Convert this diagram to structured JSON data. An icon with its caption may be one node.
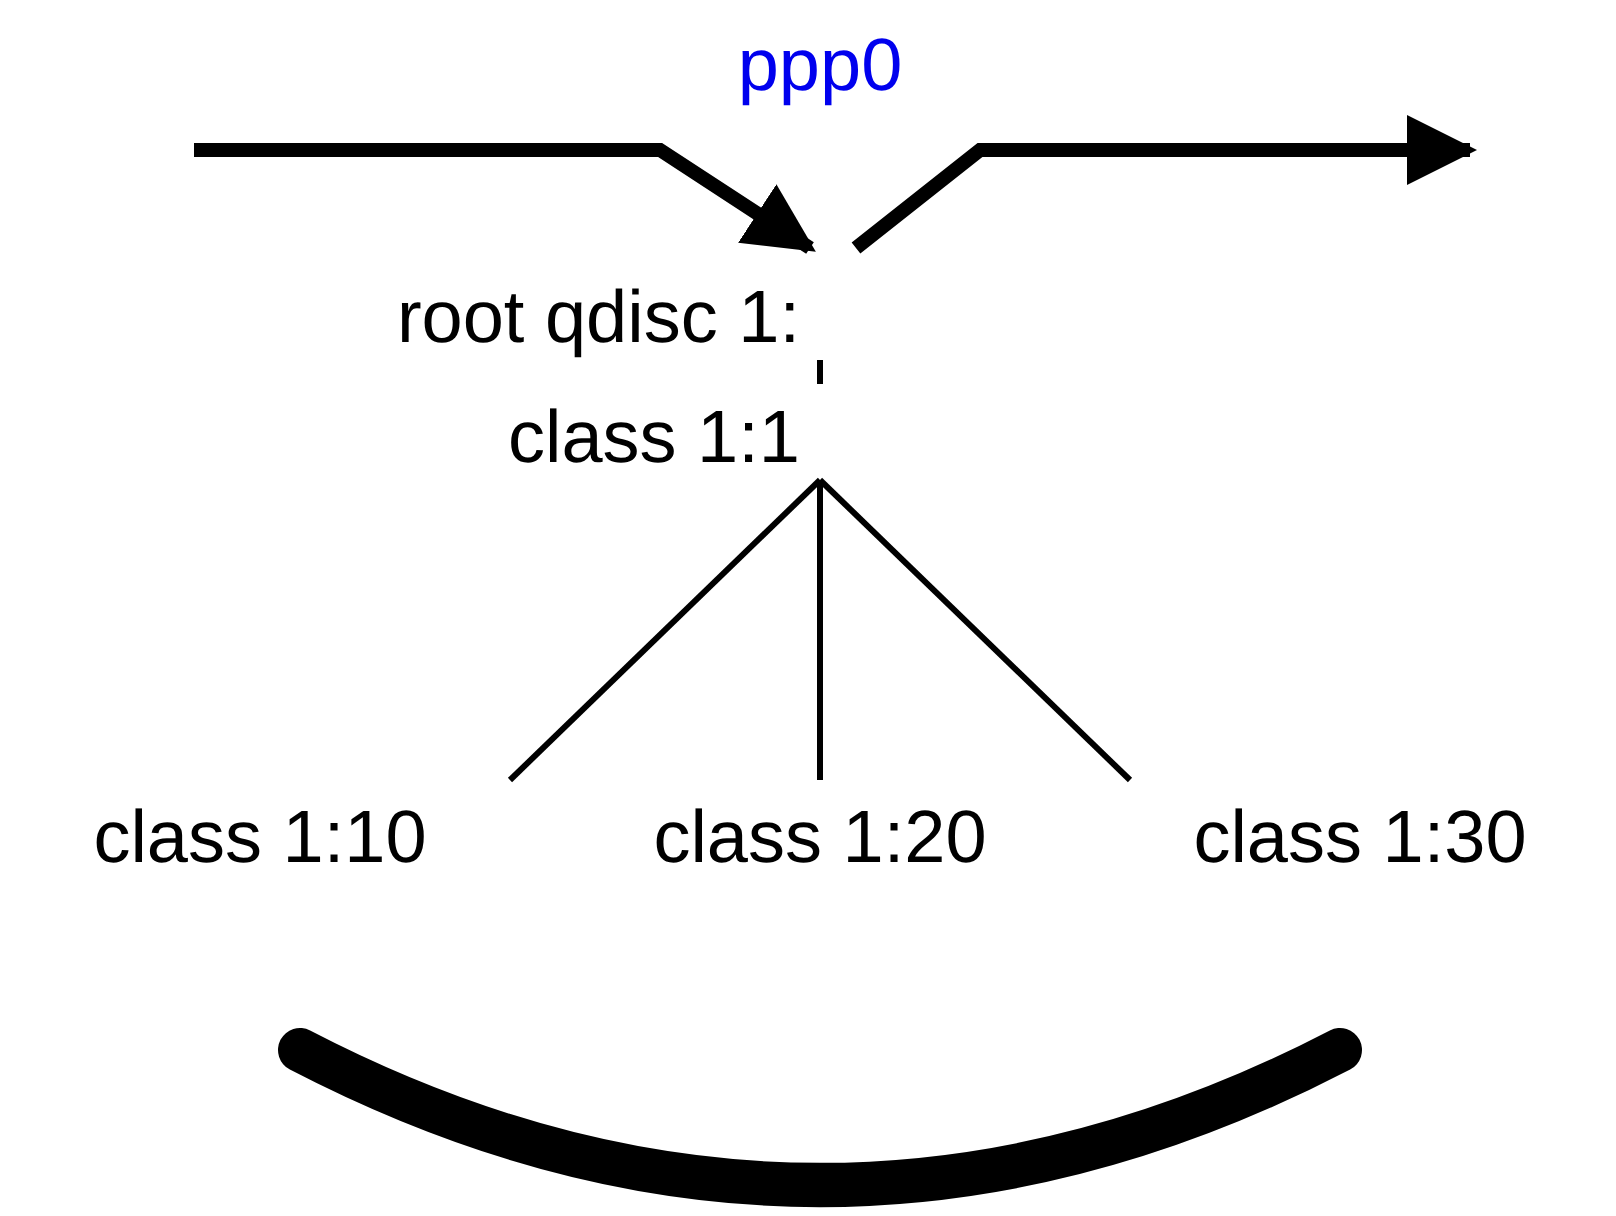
{
  "diagram": {
    "nodes": [
      {
        "text": [
          "root qdisc 1:"
        ]
      },
      {
        "text": [
          "class 1:1"
        ]
      },
      {
        "text": [
          "class 1:10"
        ]
      },
      {
        "text": [
          "class 1:20"
        ]
      },
      {
        "text": [
          "class 1:30"
        ]
      }
    ],
    "edges": [
      {
        "from": null,
        "to": 0,
        "arrow": "to",
        "style": "thick"
      },
      {
        "from": 0,
        "to": null,
        "arrow": "to",
        "style": "thick"
      },
      {
        "from": 0,
        "to": 1,
        "arrow": "none"
      },
      {
        "from": 1,
        "to": 2,
        "arrow": "none"
      },
      {
        "from": 1,
        "to": 3,
        "arrow": "none"
      },
      {
        "from": 1,
        "to": 4,
        "arrow": "none"
      }
    ],
    "labels": [
      "ppp0"
    ]
  }
}
